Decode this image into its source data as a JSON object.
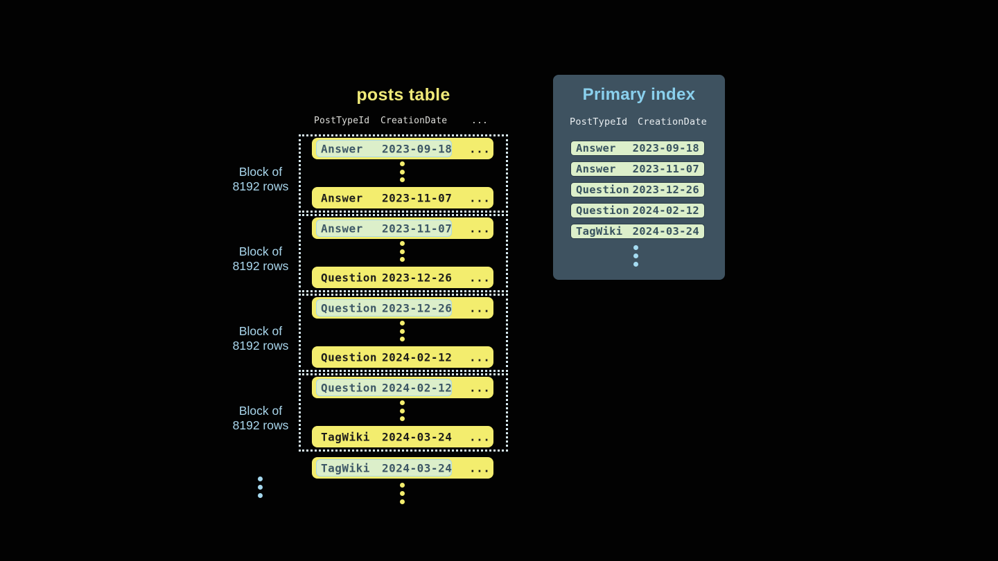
{
  "colors": {
    "background": "#020202",
    "row_yellow": "#f3ed6e",
    "posts_title_yellow": "#f0ea79",
    "highlight_green": "#dcefca",
    "highlight_border_blue": "#a9d8e6",
    "dotted_block_border": "#d8ebf3",
    "block_label_blue": "#a9d6ec",
    "panel_slate": "#3e5260",
    "panel_title_blue": "#8ad0ed",
    "index_row_border": "#2c3d49",
    "dark_row_text": "#1d1d1b",
    "slate_row_text": "#3d5766",
    "blue_dots": "#a5dcf2"
  },
  "posts_table": {
    "title": "posts table",
    "columns": [
      "PostTypeId",
      "CreationDate",
      "..."
    ],
    "ellipsis": "...",
    "block_label": {
      "line1": "Block of",
      "line2": "8192 rows"
    },
    "blocks": [
      {
        "first_row": {
          "post_type": "Answer",
          "creation_date": "2023-09-18"
        },
        "last_row": {
          "post_type": "Answer",
          "creation_date": "2023-11-07"
        }
      },
      {
        "first_row": {
          "post_type": "Answer",
          "creation_date": "2023-11-07"
        },
        "last_row": {
          "post_type": "Question",
          "creation_date": "2023-12-26"
        }
      },
      {
        "first_row": {
          "post_type": "Question",
          "creation_date": "2023-12-26"
        },
        "last_row": {
          "post_type": "Question",
          "creation_date": "2024-02-12"
        }
      },
      {
        "first_row": {
          "post_type": "Question",
          "creation_date": "2024-02-12"
        },
        "last_row": {
          "post_type": "TagWiki",
          "creation_date": "2024-03-24"
        }
      }
    ],
    "overflow_row": {
      "post_type": "TagWiki",
      "creation_date": "2024-03-24"
    }
  },
  "primary_index": {
    "title": "Primary index",
    "columns": [
      "PostTypeId",
      "CreationDate"
    ],
    "rows": [
      {
        "post_type": "Answer",
        "creation_date": "2023-09-18"
      },
      {
        "post_type": "Answer",
        "creation_date": "2023-11-07"
      },
      {
        "post_type": "Question",
        "creation_date": "2023-12-26"
      },
      {
        "post_type": "Question",
        "creation_date": "2024-02-12"
      },
      {
        "post_type": "TagWiki",
        "creation_date": "2024-03-24"
      }
    ]
  }
}
